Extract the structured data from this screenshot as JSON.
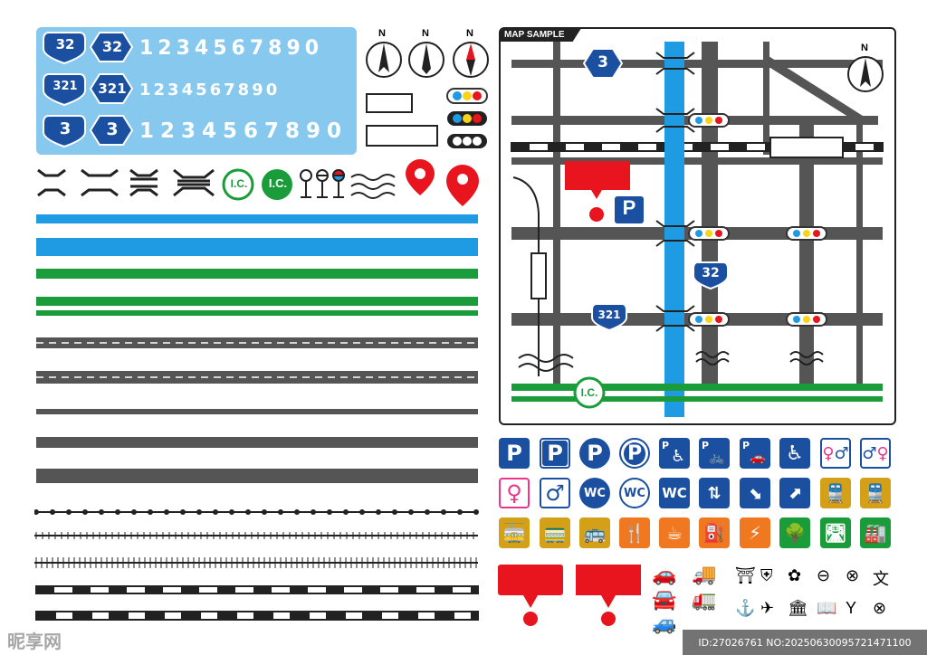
{
  "route_signs": {
    "r32": "32",
    "r321": "321",
    "r3": "3"
  },
  "digits": {
    "row1": "1234567890",
    "row2": "1234567890",
    "row3": "1234567890"
  },
  "compass_letter": "N",
  "ic_label": "I.C.",
  "map": {
    "title": "MAP SAMPLE",
    "route_3": "3",
    "route_32": "32",
    "route_321": "321",
    "ic": "I.C.",
    "parking": "P"
  },
  "icons": {
    "p": "P",
    "wc": "WC"
  },
  "watermark": {
    "left": "昵享网",
    "right": "ID:27026761 NO:20250630095721471100"
  },
  "colors": {
    "blue_panel": "#86c8ee",
    "route_blue": "#1b4fa0",
    "river": "#1e9be3",
    "green": "#1a9c3a",
    "gray_road": "#555555",
    "red": "#e8141e",
    "orange": "#f07820",
    "yellow_ochre": "#d4a017"
  }
}
